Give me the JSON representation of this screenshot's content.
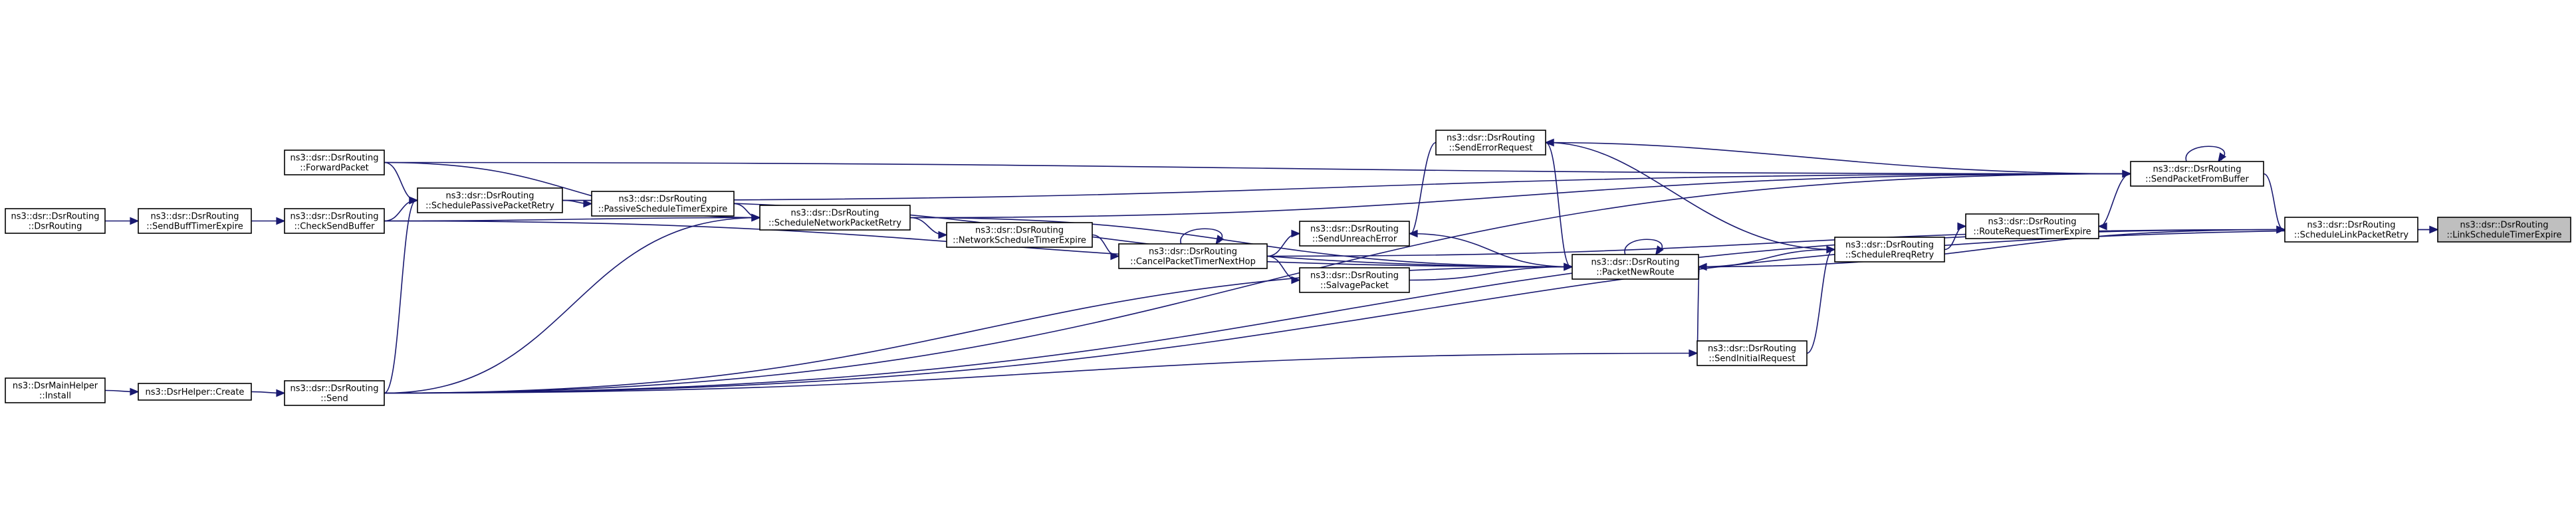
{
  "graph": {
    "direction": "right-to-left",
    "colors": {
      "edge": "#191970",
      "node_border": "#000000",
      "node_fill": "#ffffff",
      "root_fill": "#bfbfbf"
    },
    "nodes": [
      {
        "id": "lste",
        "lines": [
          "ns3::dsr::DsrRouting",
          "::LinkScheduleTimerExpire"
        ],
        "root": true
      },
      {
        "id": "slpr",
        "lines": [
          "ns3::dsr::DsrRouting",
          "::ScheduleLinkPacketRetry"
        ]
      },
      {
        "id": "spfb",
        "lines": [
          "ns3::dsr::DsrRouting",
          "::SendPacketFromBuffer"
        ]
      },
      {
        "id": "rrte",
        "lines": [
          "ns3::dsr::DsrRouting",
          "::RouteRequestTimerExpire"
        ]
      },
      {
        "id": "srr",
        "lines": [
          "ns3::dsr::DsrRouting",
          "::ScheduleRreqRetry"
        ]
      },
      {
        "id": "sir",
        "lines": [
          "ns3::dsr::DsrRouting",
          "::SendInitialRequest"
        ]
      },
      {
        "id": "ser",
        "lines": [
          "ns3::dsr::DsrRouting",
          "::SendErrorRequest"
        ]
      },
      {
        "id": "pnr",
        "lines": [
          "ns3::dsr::DsrRouting",
          "::PacketNewRoute"
        ]
      },
      {
        "id": "sue",
        "lines": [
          "ns3::dsr::DsrRouting",
          "::SendUnreachError"
        ]
      },
      {
        "id": "sp",
        "lines": [
          "ns3::dsr::DsrRouting",
          "::SalvagePacket"
        ]
      },
      {
        "id": "cpth",
        "lines": [
          "ns3::dsr::DsrRouting",
          "::CancelPacketTimerNextHop"
        ]
      },
      {
        "id": "nste",
        "lines": [
          "ns3::dsr::DsrRouting",
          "::NetworkScheduleTimerExpire"
        ]
      },
      {
        "id": "snpr",
        "lines": [
          "ns3::dsr::DsrRouting",
          "::ScheduleNetworkPacketRetry"
        ]
      },
      {
        "id": "pste",
        "lines": [
          "ns3::dsr::DsrRouting",
          "::PassiveScheduleTimerExpire"
        ]
      },
      {
        "id": "sppr",
        "lines": [
          "ns3::dsr::DsrRouting",
          "::SchedulePassivePacketRetry"
        ]
      },
      {
        "id": "fp",
        "lines": [
          "ns3::dsr::DsrRouting",
          "::ForwardPacket"
        ]
      },
      {
        "id": "csb",
        "lines": [
          "ns3::dsr::DsrRouting",
          "::CheckSendBuffer"
        ]
      },
      {
        "id": "send",
        "lines": [
          "ns3::dsr::DsrRouting",
          "::Send"
        ]
      },
      {
        "id": "sbte",
        "lines": [
          "ns3::dsr::DsrRouting",
          "::SendBuffTimerExpire"
        ]
      },
      {
        "id": "dsr",
        "lines": [
          "ns3::dsr::DsrRouting",
          "::DsrRouting"
        ]
      },
      {
        "id": "hcreate",
        "lines": [
          "ns3::DsrHelper::Create"
        ]
      },
      {
        "id": "install",
        "lines": [
          "ns3::DsrMainHelper",
          "::Install"
        ]
      }
    ],
    "edges": [
      {
        "from": "lste",
        "to": "slpr"
      },
      {
        "from": "slpr",
        "to": "spfb"
      },
      {
        "from": "slpr",
        "to": "pnr"
      },
      {
        "from": "slpr",
        "to": "cpth"
      },
      {
        "from": "slpr",
        "to": "send"
      },
      {
        "from": "lste",
        "to": "send"
      },
      {
        "from": "spfb",
        "to": "spfb"
      },
      {
        "from": "spfb",
        "to": "sppr"
      },
      {
        "from": "spfb",
        "to": "fp"
      },
      {
        "from": "spfb",
        "to": "snpr"
      },
      {
        "from": "spfb",
        "to": "send"
      },
      {
        "from": "rrte",
        "to": "spfb"
      },
      {
        "from": "rrte",
        "to": "srr"
      },
      {
        "from": "srr",
        "to": "pnr"
      },
      {
        "from": "srr",
        "to": "sir"
      },
      {
        "from": "ser",
        "to": "srr"
      },
      {
        "from": "ser",
        "to": "spfb"
      },
      {
        "from": "pnr",
        "to": "pnr"
      },
      {
        "from": "pnr",
        "to": "ser"
      },
      {
        "from": "pnr",
        "to": "sir"
      },
      {
        "from": "pnr",
        "to": "sue"
      },
      {
        "from": "pnr",
        "to": "sp"
      },
      {
        "from": "pnr",
        "to": "snpr"
      },
      {
        "from": "pnr",
        "to": "sppr"
      },
      {
        "from": "pnr",
        "to": "csb"
      },
      {
        "from": "pnr",
        "to": "send"
      },
      {
        "from": "sue",
        "to": "ser"
      },
      {
        "from": "sue",
        "to": "cpth"
      },
      {
        "from": "sp",
        "to": "cpth"
      },
      {
        "from": "cpth",
        "to": "cpth"
      },
      {
        "from": "cpth",
        "to": "nste"
      },
      {
        "from": "nste",
        "to": "snpr"
      },
      {
        "from": "snpr",
        "to": "pste"
      },
      {
        "from": "snpr",
        "to": "fp"
      },
      {
        "from": "snpr",
        "to": "csb"
      },
      {
        "from": "snpr",
        "to": "send"
      },
      {
        "from": "pste",
        "to": "sppr"
      },
      {
        "from": "sppr",
        "to": "fp"
      },
      {
        "from": "sppr",
        "to": "csb"
      },
      {
        "from": "sppr",
        "to": "send"
      },
      {
        "from": "sir",
        "to": "send"
      },
      {
        "from": "csb",
        "to": "sbte"
      },
      {
        "from": "sbte",
        "to": "dsr"
      },
      {
        "from": "send",
        "to": "hcreate"
      },
      {
        "from": "hcreate",
        "to": "install"
      }
    ]
  }
}
